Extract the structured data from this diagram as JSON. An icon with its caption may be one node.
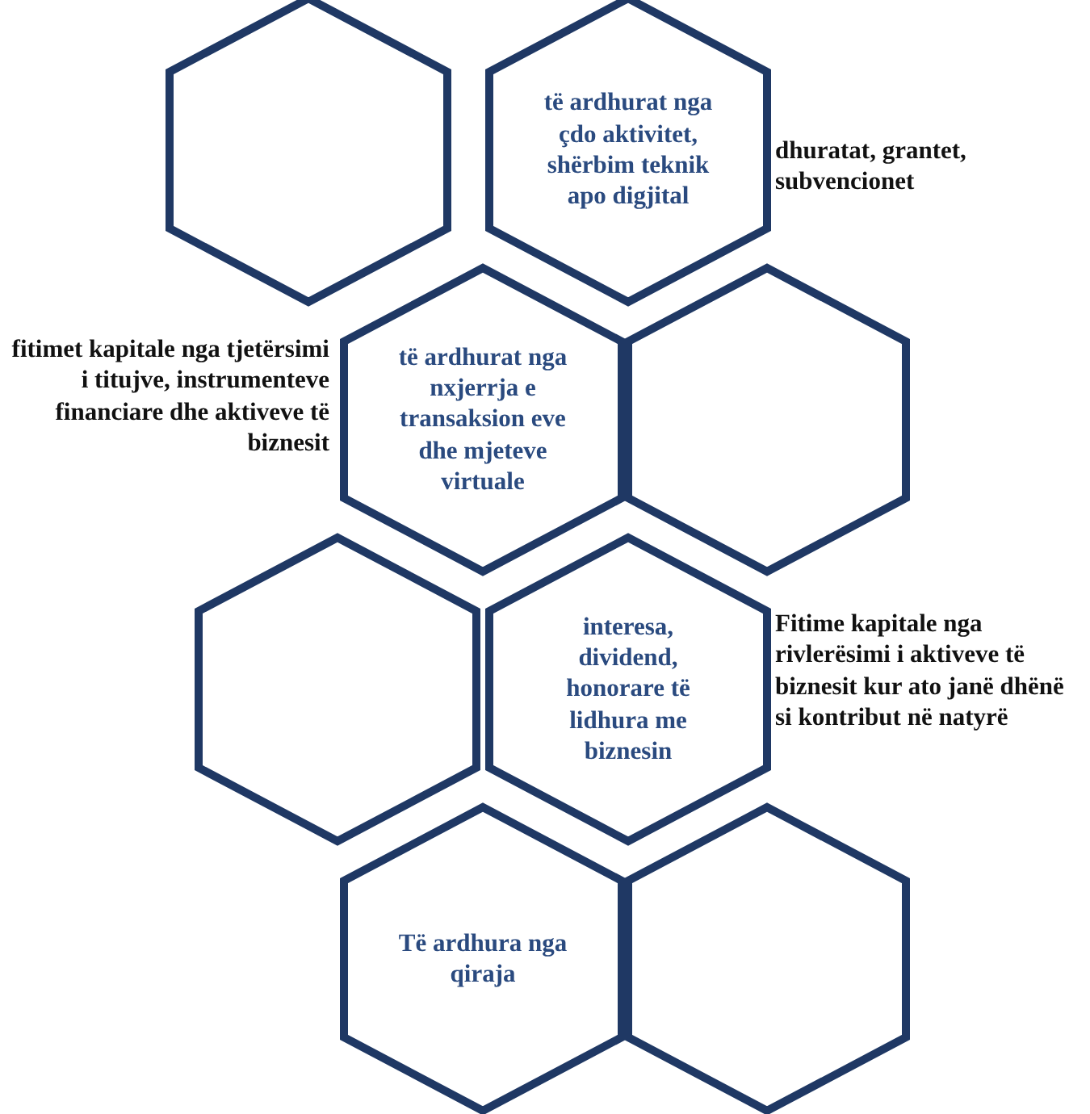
{
  "diagram": {
    "nodes": [
      {
        "text": [],
        "shape": "hexagon"
      },
      {
        "text": [
          "të ardhurat nga çdo aktivitet, shërbim teknik apo digjital"
        ]
      },
      {
        "text": [
          "të ardhurat nga nxjerrja e transaksion eve dhe mjeteve virtuale"
        ]
      },
      {
        "text": [],
        "shape": "hexagon"
      },
      {
        "text": [],
        "shape": "hexagon"
      },
      {
        "text": [
          "interesa, dividend, honorare të lidhura me biznesin"
        ]
      },
      {
        "text": [
          "Të ardhura nga qiraja"
        ]
      },
      {
        "text": [],
        "shape": "hexagon"
      }
    ],
    "labels": [
      "dhuratat, grantet, subvencionet",
      "fitimet kapitale nga tjetërsimi i titujve, instrumenteve financiare dhe aktiveve të biznesit",
      "Fitime kapitale nga rivlerësimi i aktiveve të biznesit kur ato janë dhënë si kontribut në natyrë"
    ]
  }
}
